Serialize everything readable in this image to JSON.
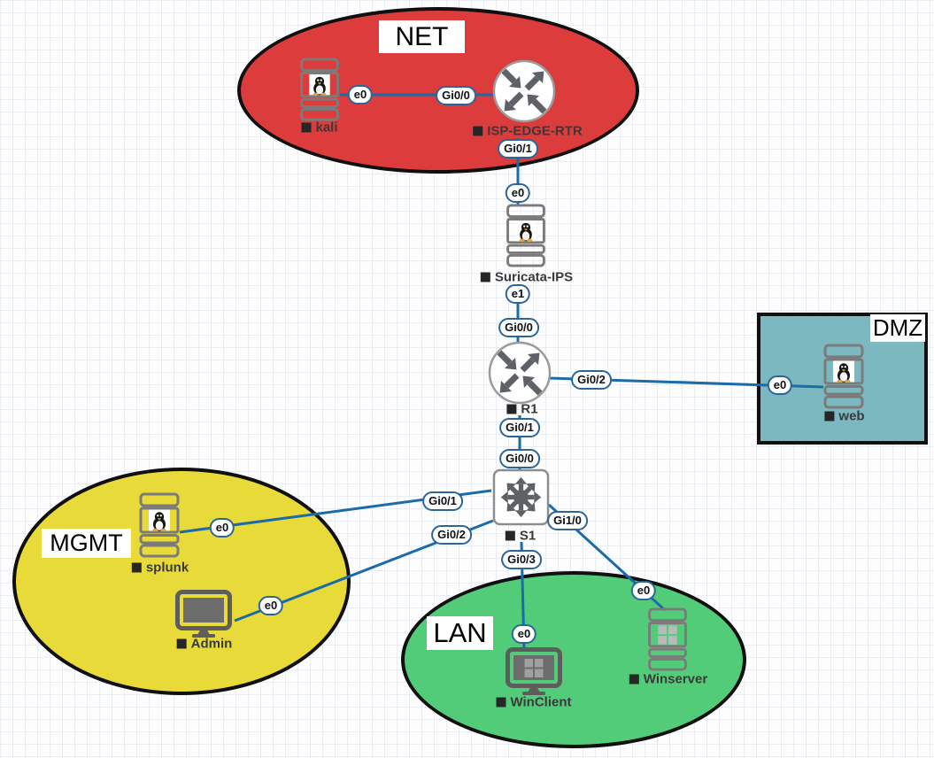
{
  "canvas": {
    "background": "#fdfdfe",
    "grid_color": "#e9ecf1",
    "link_color": "#1a6ba9",
    "pill_border_color": "#2e6597",
    "zone_border_color": "#101010"
  },
  "zones": [
    {
      "label": "NET",
      "shape": "ellipse",
      "fill": "#dd3c3c"
    },
    {
      "label": "DMZ",
      "shape": "rectangle",
      "fill": "#7cb8c0"
    },
    {
      "label": "MGMT",
      "shape": "ellipse",
      "fill": "#e8da39"
    },
    {
      "label": "LAN",
      "shape": "ellipse",
      "fill": "#52cc78"
    }
  ],
  "nodes": [
    {
      "label": "kali",
      "type": "linux-server",
      "zone": "NET"
    },
    {
      "label": "ISP-EDGE-RTR",
      "type": "router",
      "zone": "NET"
    },
    {
      "label": "Suricata-IPS",
      "type": "linux-server",
      "zone": ""
    },
    {
      "label": "R1",
      "type": "router",
      "zone": ""
    },
    {
      "label": "S1",
      "type": "switch",
      "zone": ""
    },
    {
      "label": "splunk",
      "type": "linux-server",
      "zone": "MGMT"
    },
    {
      "label": "Admin",
      "type": "pc-monitor",
      "zone": "MGMT"
    },
    {
      "label": "web",
      "type": "linux-server",
      "zone": "DMZ"
    },
    {
      "label": "WinClient",
      "type": "windows-pc",
      "zone": "LAN"
    },
    {
      "label": "Winserver",
      "type": "windows-server",
      "zone": "LAN"
    }
  ],
  "links": [
    {
      "from": "kali",
      "from_if": "e0",
      "to": "ISP-EDGE-RTR",
      "to_if": "Gi0/0"
    },
    {
      "from": "ISP-EDGE-RTR",
      "from_if": "Gi0/1",
      "to": "Suricata-IPS",
      "to_if": "e0"
    },
    {
      "from": "Suricata-IPS",
      "from_if": "e1",
      "to": "R1",
      "to_if": "Gi0/0"
    },
    {
      "from": "R1",
      "from_if": "Gi0/2",
      "to": "web",
      "to_if": "e0"
    },
    {
      "from": "R1",
      "from_if": "Gi0/1",
      "to": "S1",
      "to_if": "Gi0/0"
    },
    {
      "from": "S1",
      "from_if": "Gi0/1",
      "to": "splunk",
      "to_if": "e0"
    },
    {
      "from": "S1",
      "from_if": "Gi0/2",
      "to": "Admin",
      "to_if": "e0"
    },
    {
      "from": "S1",
      "from_if": "Gi1/0",
      "to": "Winserver",
      "to_if": "e0"
    },
    {
      "from": "S1",
      "from_if": "Gi0/3",
      "to": "WinClient",
      "to_if": "e0"
    }
  ]
}
